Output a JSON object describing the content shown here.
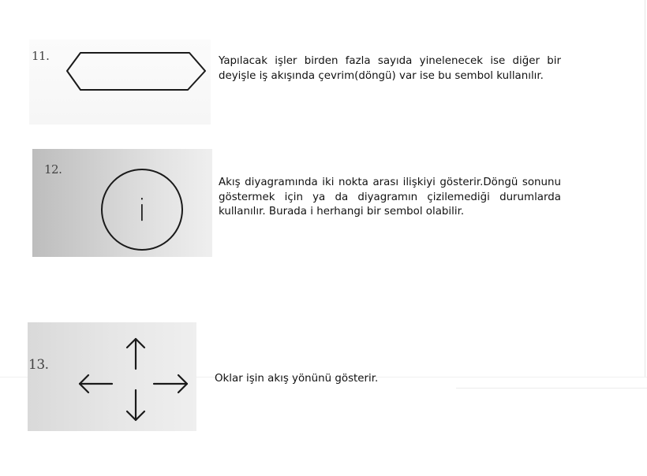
{
  "items": [
    {
      "number": "11.",
      "symbol_icon": "hexagon-loop-symbol-icon",
      "description": "Yapılacak işler birden fazla sayıda yinelenecek ise diğer bir deyişle iş akışında çevrim(döngü) var ise bu sembol kullanılır."
    },
    {
      "number": "12.",
      "symbol_icon": "connector-circle-symbol-icon",
      "symbol_label": "i",
      "description": "Akış diyagramında iki nokta arası ilişkiyi gösterir.Döngü sonunu göstermek için ya da diyagramın çizilemediği durumlarda kullanılır. Burada i herhangi bir sembol olabilir."
    },
    {
      "number": "13.",
      "symbol_icon": "flow-arrows-symbol-icon",
      "description": "Oklar işin akış yönünü gösterir."
    }
  ]
}
